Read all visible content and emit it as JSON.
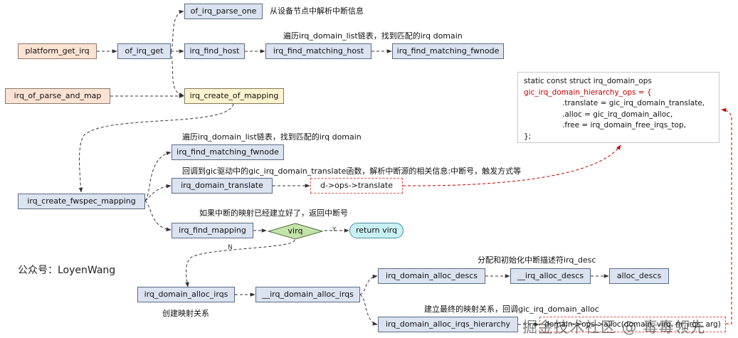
{
  "colors": {
    "blue_box": "#dbe3f1",
    "orange_box": "#fbe3d3",
    "yellow_box": "#fdf3cf",
    "green_decision": "#c4e3a8",
    "cyan_terminal": "#c9f1f5",
    "red_accent": "#c00000",
    "line": "#333333"
  },
  "nodes": {
    "platform_get_irq": "platform_get_irq",
    "of_irq_get": "of_irq_get",
    "of_irq_parse_one": "of_irq_parse_one",
    "irq_find_host": "irq_find_host",
    "irq_find_matching_host": "irq_find_matching_host",
    "irq_find_matching_fwnode_top": "irq_find_matching_fwnode",
    "irq_of_parse_and_map": "irq_of_parse_and_map",
    "irq_create_of_mapping": "irq_create_of_mapping",
    "irq_create_fwspec_mapping": "irq_create_fwspec_mapping",
    "irq_find_matching_fwnode_mid": "irq_find_matching_fwnode",
    "irq_domain_translate": "irq_domain_translate",
    "ops_translate": "d->ops->translate",
    "irq_find_mapping": "irq_find_mapping",
    "virq": "virq",
    "return_virq": "return virq",
    "irq_domain_alloc_irqs": "irq_domain_alloc_irqs",
    "__irq_domain_alloc_irqs": "__irq_domain_alloc_irqs",
    "irq_domain_alloc_descs": "irq_domain_alloc_descs",
    "__irq_alloc_descs": "__irq_alloc_descs",
    "alloc_descs": "alloc_descs",
    "irq_domain_alloc_irqs_hierarchy": "irq_domain_alloc_irqs_hierarchy",
    "ops_alloc": "domain->ops->alloc(domain, virq, nr_irqs, arg)"
  },
  "notes": {
    "parse_one": "从设备节点中解析中断信息",
    "traverse_top": "遍历irq_domain_list链表，找到匹配的irq domain",
    "traverse_mid": "遍历irq_domain_list链表，找到匹配的irq domain",
    "translate_call": "回调到gic驱动中的gic_irq_domain_translate函数，解析中断源的相关信息:中断号，触发方式等",
    "mapping_exists": "如果中断的映射已经建立好了，返回中断号",
    "alloc_desc": "分配和初始化中断描述符irq_desc",
    "create_map": "创建映射关系",
    "final_map": "建立最终的映射关系，回调gic_irq_domain_alloc",
    "yes": "Y",
    "no": "N"
  },
  "code": {
    "line1": "static const struct irq_domain_ops",
    "line2": "gic_irq_domain_hierarchy_ops = {",
    "line3": ".translate = gic_irq_domain_translate,",
    "line4": ".alloc = gic_irq_domain_alloc,",
    "line5": ".free = irq_domain_free_irqs_top,",
    "line6": "};"
  },
  "brand": "公众号：LoyenWang",
  "watermark": "掘金技术社区 @ 毒毒领先"
}
